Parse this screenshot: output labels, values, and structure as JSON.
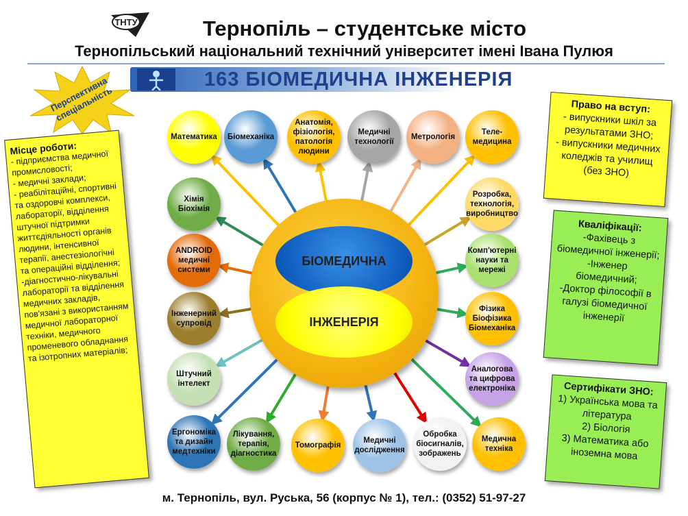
{
  "header": {
    "title": "Тернопіль – студентське місто",
    "university": "Тернопільський національний технічний університет імені Івана Пулюя",
    "logo_text": "ТНТУ"
  },
  "subtitle": "163 БІОМЕДИЧНА ІНЖЕНЕРІЯ",
  "badge": {
    "line1": "Перспективна",
    "line2": "спеціальність"
  },
  "work_box": {
    "title": "Місце роботи:",
    "text": "- підприємства медичної промисловості;\n- медичні заклади;\n- реабілітаційні, спортивні та оздоровчі комплекси, лабораторії, відділення штучної підтримки життєдіяльності органів людини, інтенсивної терапії, анестезіологічні та операційні відділення;\n-діагностично-лікувальні лабораторії та відділення медичних закладів, пов'язані з використанням медичної лабораторної техніки, медичного променевого обладнання та ізотропних матеріалів;"
  },
  "entry_box": {
    "title": "Право на вступ:",
    "text": "- випускники шкіл за результатами ЗНО;\n- випускники медичних коледжів та училищ (без ЗНО)"
  },
  "qual_box": {
    "title": "Кваліфікації:",
    "text": "-Фахівець з біомедичної інженерії;\n-Інженер біомедичний;\n-Доктор філософії в галузі біомедичної інженерії"
  },
  "cert_box": {
    "title": "Сертифікати ЗНО:",
    "text": "1) Українська мова та література\n2) Біологія\n3) Математика або іноземна мова"
  },
  "hub": {
    "top": "БІОМЕДИЧНА",
    "bottom": "ІНЖЕНЕРІЯ"
  },
  "nodes": [
    {
      "label": "Математика",
      "color": "#ffff00"
    },
    {
      "label": "Біомеханіка",
      "color": "#5b9bd5"
    },
    {
      "label": "Анатомія, фізіологія, патологія людини",
      "color": "#ffc000"
    },
    {
      "label": "Медичні технології",
      "color": "#a6a6a6"
    },
    {
      "label": "Метрологія",
      "color": "#f4b183"
    },
    {
      "label": "Теле-медицина",
      "color": "#ffc000"
    },
    {
      "label": "Хімія Біохімія",
      "color": "#70ad47"
    },
    {
      "label": "Розробка, технологія, виробництво",
      "color": "#ffd966"
    },
    {
      "label": "ANDROID медичні системи",
      "color": "#e36c0a"
    },
    {
      "label": "Комп'ютерні науки та мережі",
      "color": "#a9e06f"
    },
    {
      "label": "Інженерний супровід",
      "color": "#9c7f2e"
    },
    {
      "label": "Фізика Біофізика Біомеханіка",
      "color": "#ffc000"
    },
    {
      "label": "Штучний інтелект",
      "color": "#c5e0b4"
    },
    {
      "label": "Аналогова та цифрова електроніка",
      "color": "#c5a3e6"
    },
    {
      "label": "Ергономіка та дизайн медтехніки",
      "color": "#2e75b6"
    },
    {
      "label": "Лікування, терапія, діагностика",
      "color": "#70ad47"
    },
    {
      "label": "Томографія",
      "color": "#ffc000"
    },
    {
      "label": "Медичні дослідження",
      "color": "#9dc3e6"
    },
    {
      "label": "Обробка біосигналів, зображень",
      "color": "#f2f2f2"
    },
    {
      "label": "Медична техніка",
      "color": "#ffc000"
    }
  ],
  "arrow_colors": [
    "#ffc000",
    "#2e75b6",
    "#ffc000",
    "#a6a6a6",
    "#f4b183",
    "#ffc000",
    "#2e8b57",
    "#c9a227",
    "#e36c0a",
    "#2eaa5a",
    "#8b6f1e",
    "#2eaa5a",
    "#6fc0c0",
    "#7030a0",
    "#2e75b6",
    "#2eaa2e",
    "#ed7d31",
    "#2e75b6",
    "#e00000",
    "#2eaa5a"
  ],
  "footer": "м. Тернопіль, вул. Руська, 56 (корпус № 1), тел.: (0352) 51-97-27"
}
